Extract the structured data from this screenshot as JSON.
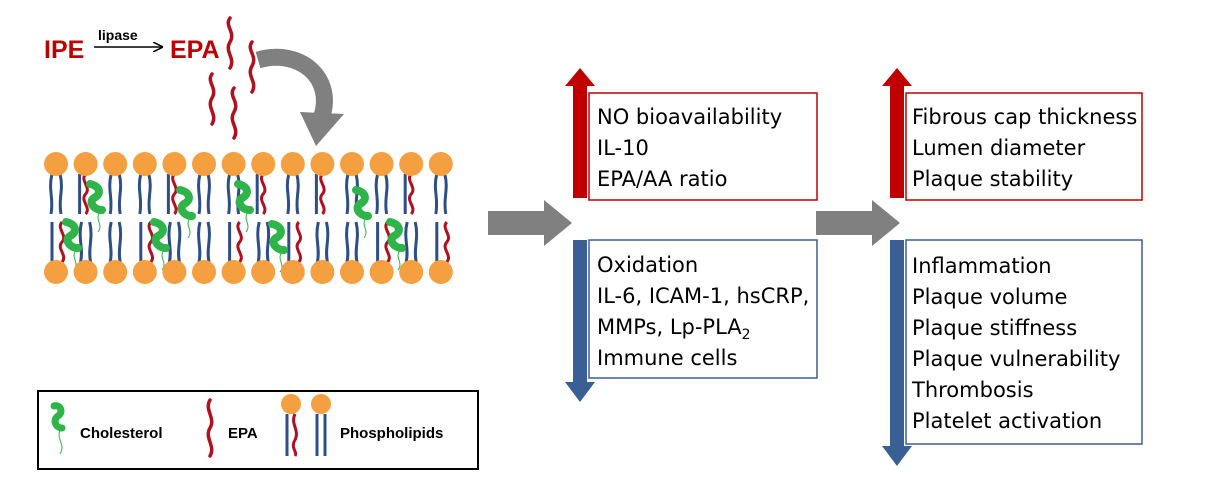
{
  "reaction": {
    "substrate": "IPE",
    "enzyme": "lipase",
    "product": "EPA"
  },
  "colors": {
    "red": "#c00000",
    "blue": "#3a5f94",
    "tail_blue": "#2e4f86",
    "tail_red": "#b01020",
    "head": "#f4a040",
    "cholesterol": "#2fb44a",
    "arrow_gray": "#808080"
  },
  "middle_up": {
    "items": [
      "NO bioavailability",
      "IL-10",
      "EPA/AA ratio"
    ]
  },
  "middle_down": {
    "items": [
      "Oxidation",
      "IL-6, ICAM-1, hsCRP,",
      "MMPs, Lp-PLA",
      "Immune cells"
    ],
    "subscript": "2"
  },
  "right_up": {
    "items": [
      "Fibrous cap thickness",
      "Lumen diameter",
      "Plaque stability"
    ]
  },
  "right_down": {
    "items": [
      "Inflammation",
      "Plaque volume",
      "Plaque stiffness",
      "Plaque vulnerability",
      "Thrombosis",
      "Platelet activation"
    ]
  },
  "legend": {
    "cholesterol": "Cholesterol",
    "epa": "EPA",
    "phospholipids": "Phospholipids"
  }
}
